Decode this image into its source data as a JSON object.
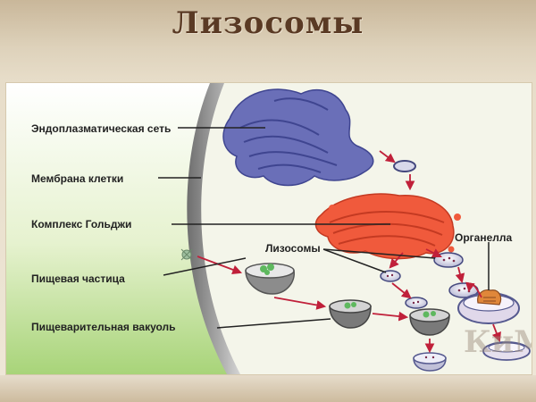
{
  "title": "Лизосомы",
  "labels": {
    "er": "Эндоплазматическая сеть",
    "membrane": "Мембрана клетки",
    "golgi": "Комплекс Гольджи",
    "food": "Пищевая частица",
    "vacuole": "Пищеварительная вакуоль",
    "lysosomes": "Лизосомы",
    "organelle": "Органелла"
  },
  "watermark": "КиМ",
  "colors": {
    "title": "#5a3a24",
    "membrane": "#8a8a8a",
    "cytoplasm": "#eef1e0",
    "er": "#6a6fb8",
    "golgi": "#f05a3c",
    "arrow": "#c0203a",
    "vesicle_fill": "#c8c8e0"
  }
}
